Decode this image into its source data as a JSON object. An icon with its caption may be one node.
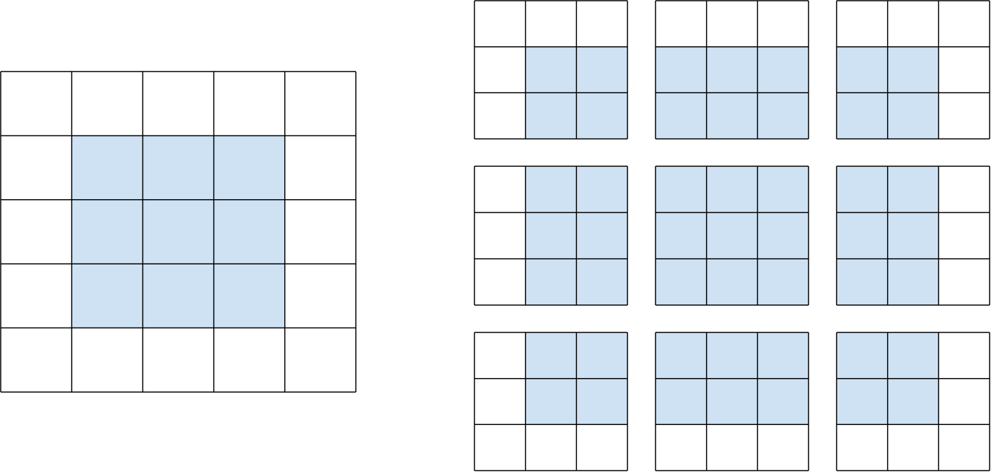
{
  "diagram": {
    "nodes": [
      {
        "text": [],
        "shape": "grid"
      },
      {
        "text": [],
        "shape": "grid"
      },
      {
        "text": [],
        "shape": "grid"
      },
      {
        "text": [],
        "shape": "grid"
      },
      {
        "text": [],
        "shape": "grid"
      },
      {
        "text": [],
        "shape": "grid"
      },
      {
        "text": [],
        "shape": "grid"
      },
      {
        "text": [],
        "shape": "grid"
      },
      {
        "text": [],
        "shape": "grid"
      },
      {
        "text": [],
        "shape": "grid"
      }
    ]
  }
}
